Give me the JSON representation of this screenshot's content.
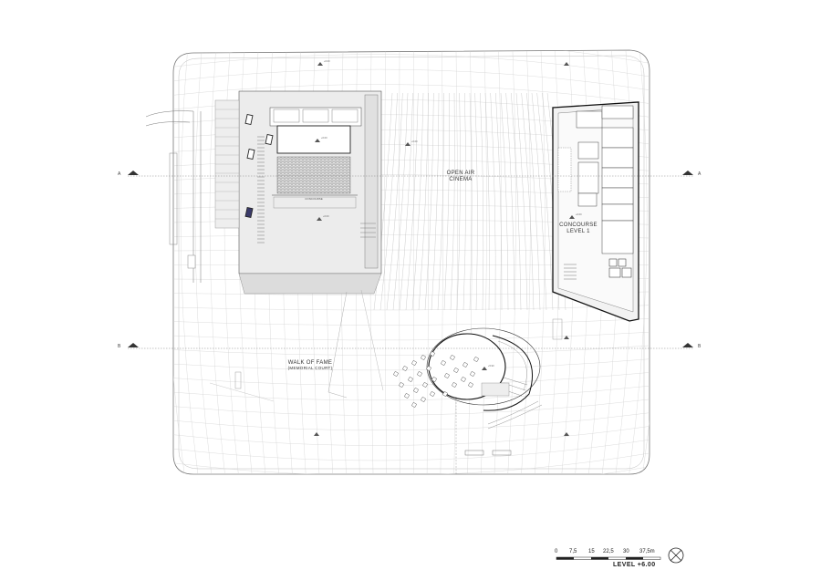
{
  "labels": {
    "open_air_cinema_1": "OPEN AIR",
    "open_air_cinema_2": "CINEMA",
    "concourse_1": "CONCOURSE",
    "concourse_2": "LEVEL 1",
    "walk_of_fame_1": "WALK OF FAME",
    "walk_of_fame_2": "(MEMORIAL COURT)",
    "concourse_small": "CONCOURSE"
  },
  "section_markers": {
    "a_left": "A",
    "a_right": "A",
    "b_left": "B",
    "b_right": "B"
  },
  "level_markers": {
    "cinema_center": "+6.00",
    "theatre_stage": "+6.00",
    "concourse": "+6.00",
    "plaza_1": "+6.00",
    "rotunda": "+5.90",
    "concourse_east": "+6.00"
  },
  "scale_bar": {
    "ticks": [
      "0",
      "7,5",
      "15",
      "22,5",
      "30",
      "37,5m"
    ],
    "level_label": "LEVEL +6.00"
  },
  "colors": {
    "line": "#9a9a9a",
    "wall": "#222222",
    "fill": "#e6e6e6",
    "grid": "#c8c8c8"
  }
}
